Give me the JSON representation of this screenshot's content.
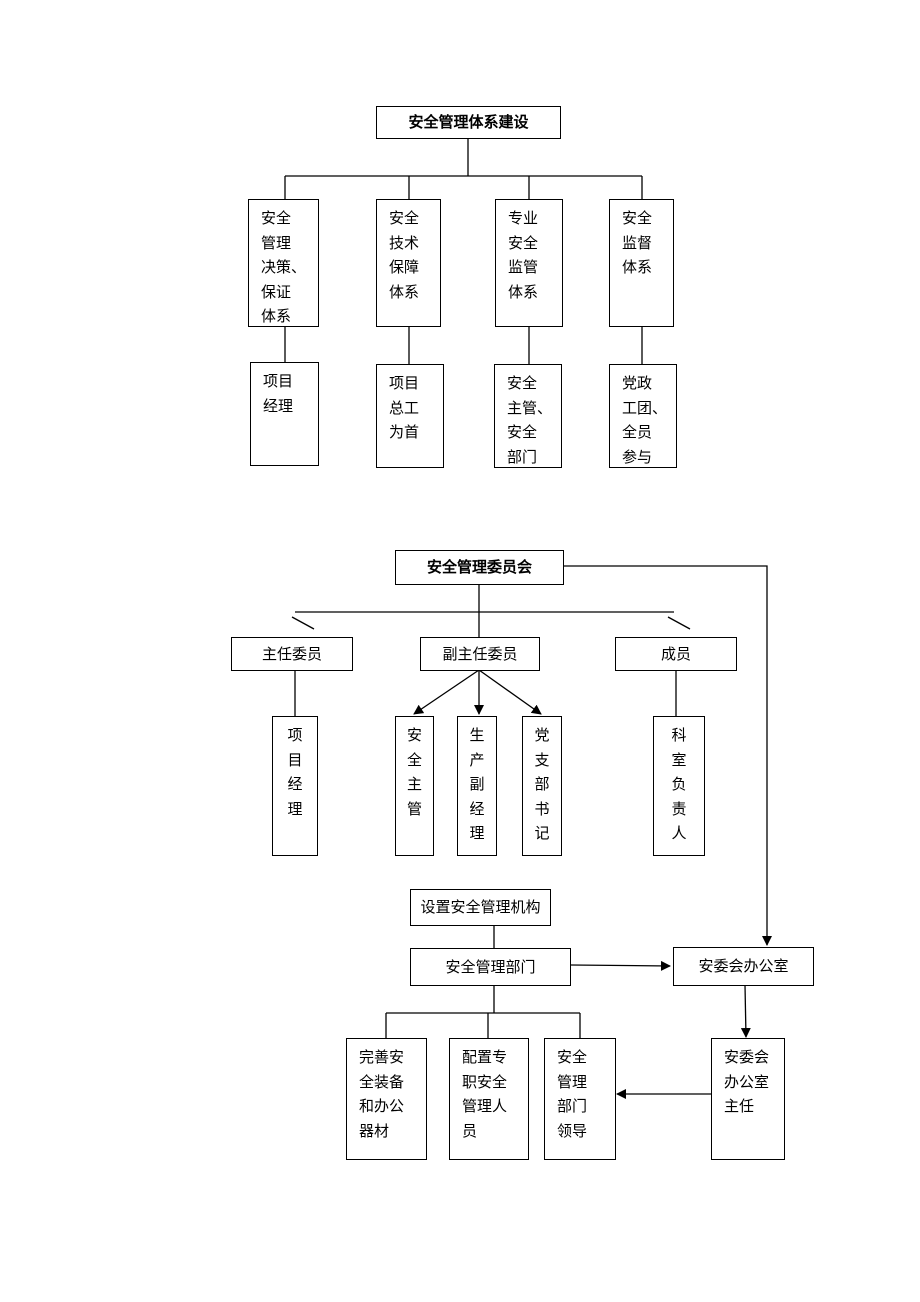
{
  "diagram1": {
    "title": "安全管理体系建设",
    "systems": [
      {
        "label": "安全\n管理\n决策、\n保证\n体系",
        "detail": "项目\n经理"
      },
      {
        "label": "安全\n技术\n保障\n体系",
        "detail": "项目\n总工\n为首"
      },
      {
        "label": "专业\n安全\n监管\n体系",
        "detail": "安全\n主管、\n安全\n部门"
      },
      {
        "label": "安全\n监督\n体系",
        "detail": "党政\n工团、\n全员\n参与"
      }
    ]
  },
  "diagram2": {
    "title": "安全管理委员会",
    "roles": {
      "director": "主任委员",
      "deputy": "副主任委员",
      "member": "成员"
    },
    "director_detail": "项\n目\n经\n理",
    "deputy_details": [
      "安\n全\n主\n管",
      "生\n产\n副\n经\n理",
      "党\n支\n部\n书\n记"
    ],
    "member_detail": "科\n室\n负\n责\n人",
    "setup": "设置安全管理机构",
    "department": "安全管理部门",
    "office": "安委会办公室",
    "office_head": "安委会\n办公室\n主任",
    "dept_items": [
      "完善安\n全装备\n和办公\n器材",
      "配置专\n职安全\n管理人\n员",
      "安全\n管理\n部门\n领导"
    ]
  }
}
